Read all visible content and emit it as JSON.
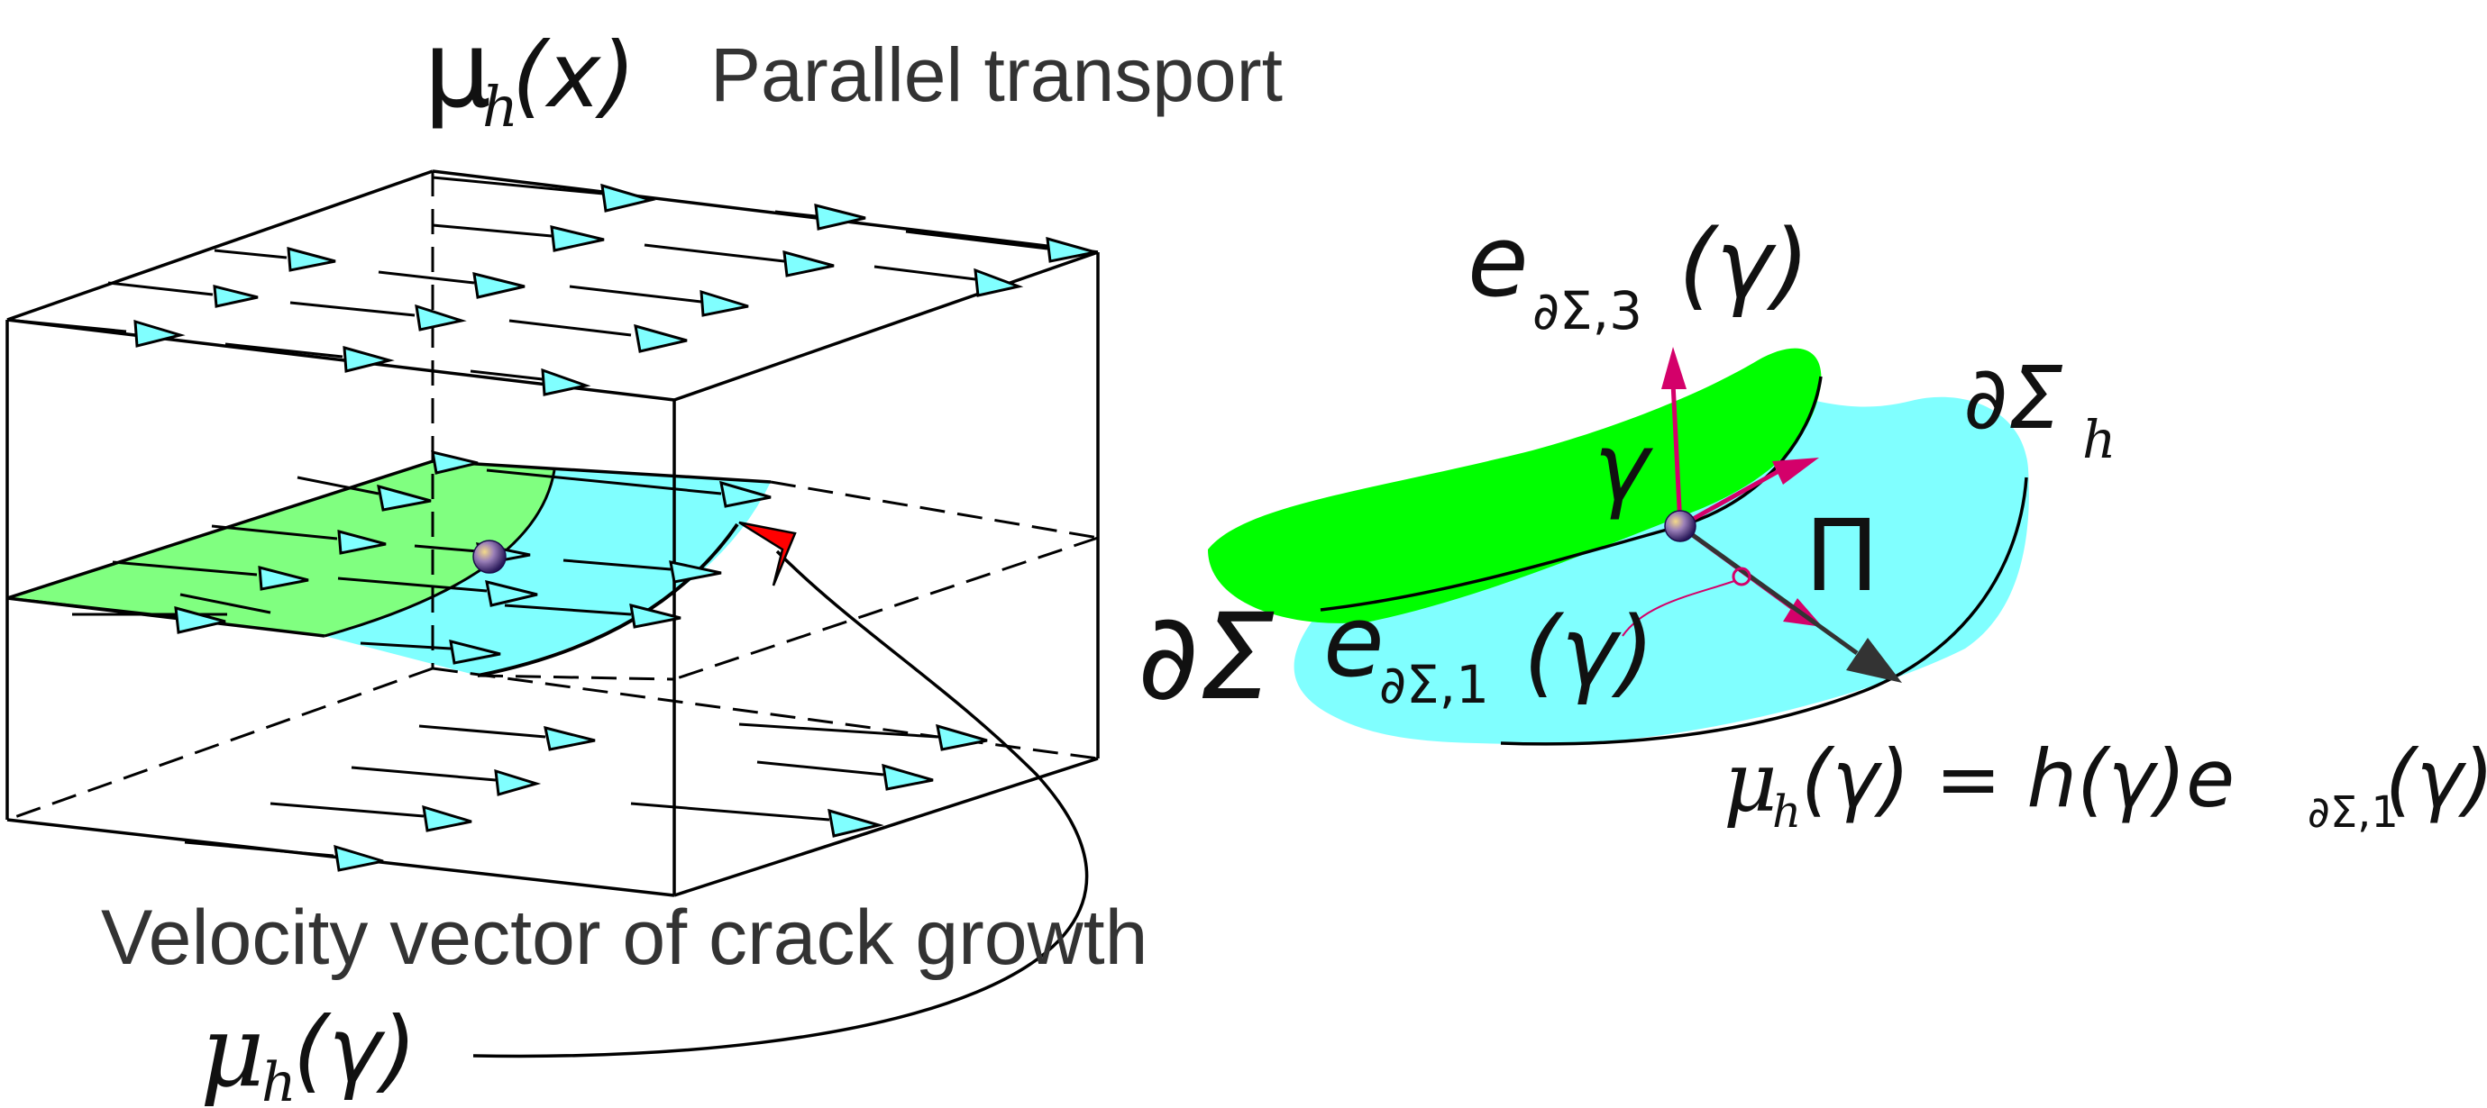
{
  "labels": {
    "title_symbol": "μ",
    "title_sub": "h",
    "title_arg": "(x)",
    "title_text": "Parallel transport",
    "velocity_text": "Velocity vector of crack growth",
    "mu_gamma_symbol": "μ",
    "mu_gamma_sub": "h",
    "mu_gamma_arg": "(γ)",
    "e3_base": "e",
    "e3_sub": "∂Σ,3",
    "e3_arg": "(γ)",
    "gamma": "γ",
    "boundary_h_base": "∂Σ",
    "boundary_h_sub": "h",
    "pi": "Π",
    "boundary": "∂Σ",
    "e1_base": "e",
    "e1_sub": "∂Σ,1",
    "e1_arg": "(γ)",
    "eq_mu": "μ",
    "eq_mu_sub": "h",
    "eq_rest_a": "(γ) = h(γ)e",
    "eq_sub2": "∂Σ,1",
    "eq_rest_b": "(γ)"
  },
  "colors": {
    "green_region": "#00ff00",
    "light_green_region": "#80ff80",
    "cyan_region": "#80ffff",
    "arrow_fill": "#80ffff",
    "magenta_vector": "#d4006a",
    "red_arrow": "#ff0000",
    "line": "#000000",
    "text": "#333333",
    "point": "#6a4c9c"
  },
  "icons": [
    "point-sphere-icon",
    "arrowhead-icon"
  ]
}
